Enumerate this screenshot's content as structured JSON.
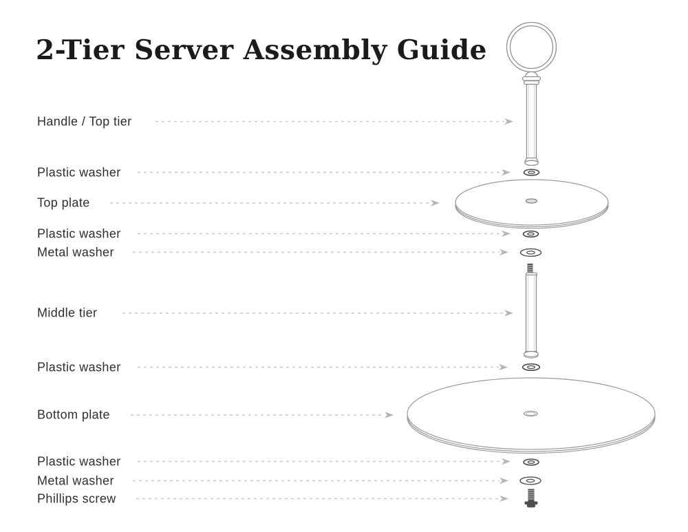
{
  "title": "2-Tier Server Assembly Guide",
  "parts": [
    {
      "id": "handle-top-tier",
      "label": "Handle / Top tier"
    },
    {
      "id": "plastic-washer-1",
      "label": "Plastic washer"
    },
    {
      "id": "top-plate",
      "label": "Top plate"
    },
    {
      "id": "plastic-washer-2",
      "label": "Plastic washer"
    },
    {
      "id": "metal-washer-1",
      "label": "Metal washer"
    },
    {
      "id": "middle-tier",
      "label": "Middle tier"
    },
    {
      "id": "plastic-washer-3",
      "label": "Plastic washer"
    },
    {
      "id": "bottom-plate",
      "label": "Bottom plate"
    },
    {
      "id": "plastic-washer-4",
      "label": "Plastic washer"
    },
    {
      "id": "metal-washer-2",
      "label": "Metal washer"
    },
    {
      "id": "phillips-screw",
      "label": "Phillips screw"
    }
  ],
  "colors": {
    "title_text": "#1b1b1b",
    "label_text": "#2e2e2e",
    "diagram_line": "#8f8f8f",
    "plate_line": "#9a9a9a",
    "washer_line": "#4f4f4f",
    "screw_fill": "#4f4f4f",
    "dash_line": "#c9c9c9",
    "arrowhead": "#b5b5b5"
  }
}
